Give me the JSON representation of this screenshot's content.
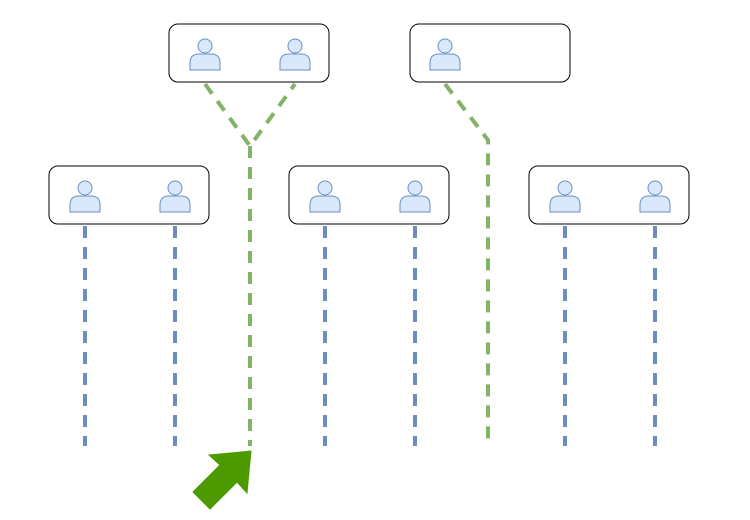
{
  "colors": {
    "background": "#ffffff",
    "box_stroke": "#000000",
    "box_fill": "#ffffff",
    "person_fill": "#dae8fc",
    "person_stroke": "#6c8ebf",
    "blue_line": "#6c8ebf",
    "green_line": "#82b366",
    "arrow_fill": "#4d9900"
  },
  "diagram": {
    "groups": [
      {
        "id": "top-left",
        "row": "top",
        "person_count": 2,
        "line_style": "merged-green"
      },
      {
        "id": "top-right",
        "row": "top",
        "person_count": 1,
        "line_style": "bent-green"
      },
      {
        "id": "mid-left",
        "row": "middle",
        "person_count": 2,
        "line_style": "blue-per-person"
      },
      {
        "id": "mid-center",
        "row": "middle",
        "person_count": 2,
        "line_style": "blue-per-person"
      },
      {
        "id": "mid-right",
        "row": "middle",
        "person_count": 2,
        "line_style": "blue-per-person"
      }
    ],
    "icons": {
      "person": "user-icon",
      "arrow": "arrow-up-right-icon"
    }
  }
}
